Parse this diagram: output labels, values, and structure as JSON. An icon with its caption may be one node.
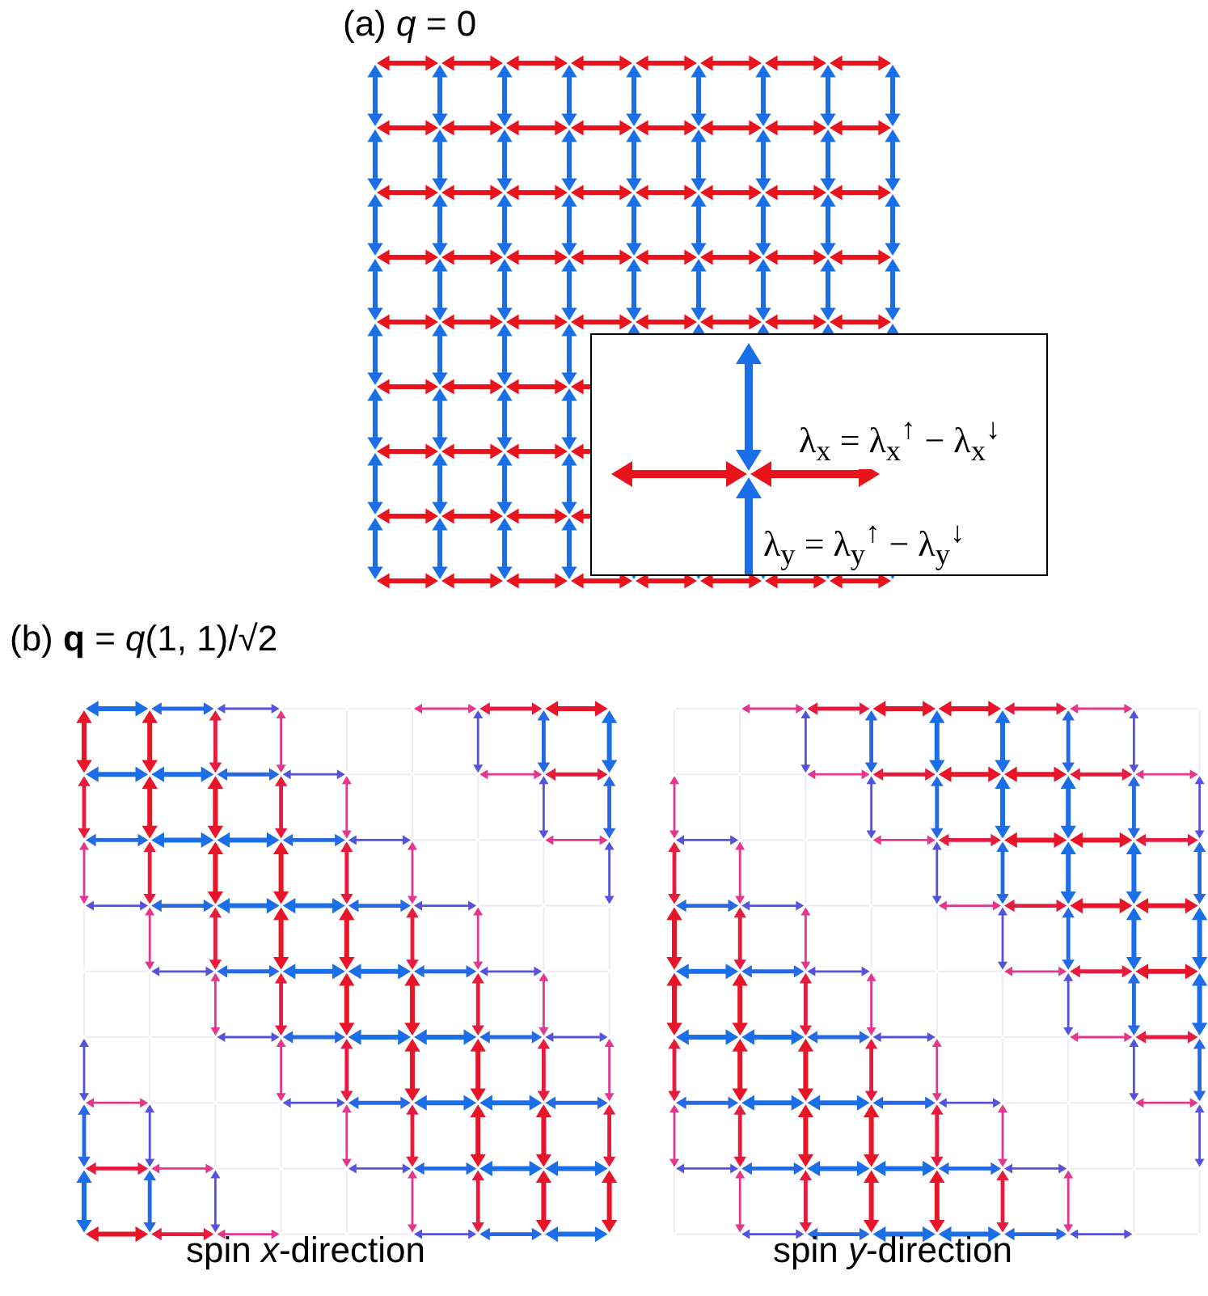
{
  "diagram": {
    "nodes": [
      {
        "text": [
          "λ$_{x}$ = λ$_{x}$$^{↑}$ − λ$_{x}$$^{↓}$",
          "λ$_{y}$ = λ$_{y}$$^{↑}$ − λ$_{y}$$^{↓}$"
        ]
      }
    ],
    "labels": [
      "(a) *q* = 0",
      "(b) **q** = *q*(1, 1)/√2",
      "spin *x*-direction",
      "spin *y*-direction"
    ]
  }
}
